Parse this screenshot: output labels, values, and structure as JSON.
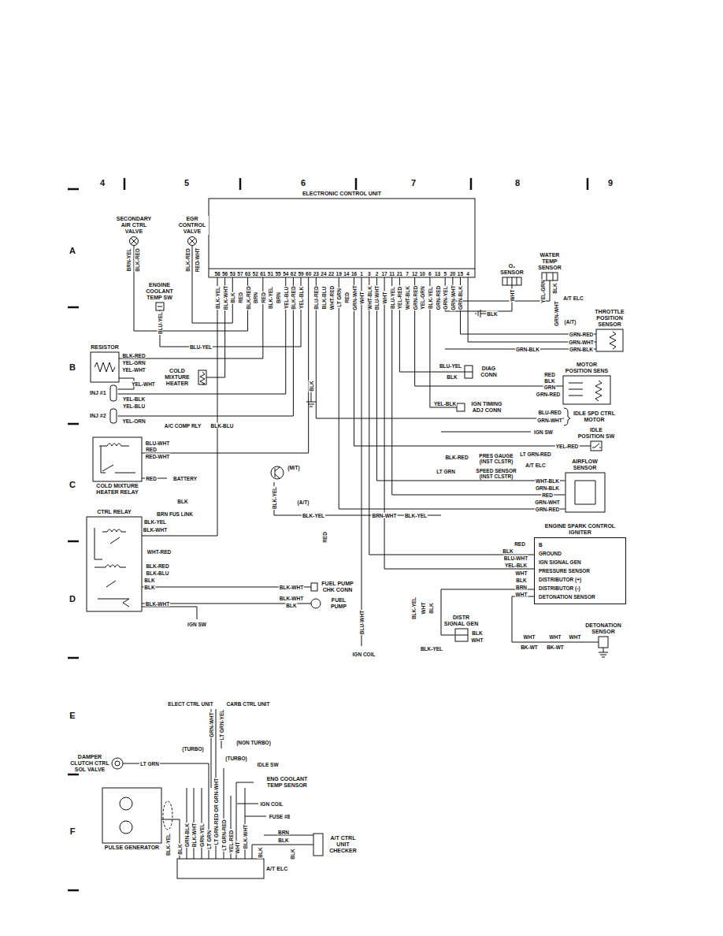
{
  "diagram": {
    "nodes": [
      {
        "text": [
          "ELECTRONIC CONTROL UNIT"
        ]
      },
      {
        "text": [
          "SECONDARY AIR CTRL VALVE"
        ]
      },
      {
        "text": [
          "EGR CONTROL VALVE"
        ]
      },
      {
        "text": [
          "ENGINE COOLANT TEMP SW"
        ]
      },
      {
        "text": [
          "O₂ SENSOR"
        ]
      },
      {
        "text": [
          "WATER TEMP SENSOR"
        ]
      },
      {
        "text": [
          "THROTTLE POSITION SENSOR"
        ]
      },
      {
        "text": [
          "RESISTOR"
        ]
      },
      {
        "text": [
          "COLD MIXTURE HEATER"
        ]
      },
      {
        "text": [
          "INJ #1"
        ]
      },
      {
        "text": [
          "INJ #2"
        ]
      },
      {
        "text": [
          "DIAG CONN"
        ]
      },
      {
        "text": [
          "MOTOR POSITION SENS"
        ]
      },
      {
        "text": [
          "IGN TIMING ADJ CONN"
        ]
      },
      {
        "text": [
          "IDLE SPD CTRL MOTOR"
        ]
      },
      {
        "text": [
          "IDLE POSITION SW"
        ]
      },
      {
        "text": [
          "COLD MIXTURE HEATER RELAY"
        ]
      },
      {
        "text": [
          "AIRFLOW SENSOR"
        ]
      },
      {
        "text": [
          "CTRL RELAY"
        ]
      },
      {
        "text": [
          "ENGINE SPARK CONTROL IGNITER",
          "B",
          "GROUND",
          "IGN SIGNAL GEN",
          "PRESSURE SENSOR",
          "DISTRIBUTOR (+)",
          "DISTRIBUTOR (-)",
          "DETONATION SENSOR"
        ]
      },
      {
        "text": [
          "FUEL PUMP CHK CONN"
        ]
      },
      {
        "text": [
          "FUEL PUMP"
        ]
      },
      {
        "text": [
          "DISTR SIGNAL GEN"
        ]
      },
      {
        "text": [
          "DETONATION SENSOR"
        ]
      },
      {
        "text": [
          "DAMPER CLUTCH CTRL SOL VALVE"
        ]
      },
      {
        "text": [
          "PULSE GENERATOR"
        ]
      },
      {
        "text": [
          "ENG COOLANT TEMP SENSOR"
        ]
      },
      {
        "text": [
          "A/T ELC"
        ]
      },
      {
        "text": [
          "A/T CTRL UNIT CHECKER"
        ]
      }
    ],
    "edges": [
      {
        "from": 0,
        "to": 1,
        "arrow": "none"
      },
      {
        "from": 0,
        "to": 2,
        "arrow": "none"
      },
      {
        "from": 0,
        "to": 3,
        "arrow": "none"
      },
      {
        "from": 0,
        "to": 4,
        "arrow": "none"
      },
      {
        "from": 0,
        "to": 5,
        "arrow": "none"
      },
      {
        "from": 0,
        "to": 6,
        "arrow": "none"
      },
      {
        "from": 0,
        "to": 6,
        "arrow": "none"
      },
      {
        "from": 0,
        "to": 7,
        "arrow": "none"
      },
      {
        "from": 0,
        "to": 9,
        "arrow": "none"
      },
      {
        "from": 0,
        "to": 10,
        "arrow": "none"
      },
      {
        "from": 0,
        "to": 8,
        "arrow": "none"
      },
      {
        "from": 0,
        "to": 11,
        "arrow": "none"
      },
      {
        "from": 0,
        "to": 12,
        "arrow": "none"
      },
      {
        "from": 0,
        "to": 13,
        "arrow": "none"
      },
      {
        "from": 0,
        "to": 14,
        "arrow": "none"
      },
      {
        "from": 0,
        "to": 15,
        "arrow": "none"
      },
      {
        "from": 0,
        "to": 17,
        "arrow": "none"
      },
      {
        "from": 0,
        "to": 17,
        "arrow": "none"
      },
      {
        "from": 0,
        "to": 17,
        "arrow": "none"
      },
      {
        "from": 0,
        "to": 19,
        "arrow": "none"
      },
      {
        "from": 0,
        "to": 19,
        "arrow": "none"
      },
      {
        "from": 16,
        "to": 0,
        "arrow": "none"
      },
      {
        "from": 18,
        "to": 0,
        "arrow": "none"
      },
      {
        "from": 18,
        "to": 20,
        "arrow": "none"
      },
      {
        "from": 18,
        "to": 21,
        "arrow": "none"
      },
      {
        "from": 19,
        "to": 22,
        "arrow": "none"
      },
      {
        "from": 19,
        "to": 23,
        "arrow": "none"
      },
      {
        "from": 25,
        "to": 27,
        "arrow": "none"
      },
      {
        "from": 24,
        "to": 27,
        "arrow": "none"
      },
      {
        "from": 26,
        "to": 27,
        "arrow": "none"
      },
      {
        "from": 28,
        "to": 27,
        "arrow": "none"
      },
      {
        "from": 7,
        "to": 9,
        "arrow": "none"
      }
    ],
    "labels": [
      "4",
      "5",
      "6",
      "7",
      "8",
      "9",
      "A",
      "B",
      "C",
      "D",
      "E",
      "F",
      "58",
      "56",
      "53",
      "57",
      "63",
      "52",
      "61",
      "51",
      "55",
      "54",
      "62",
      "59",
      "60",
      "23",
      "24",
      "22",
      "19",
      "14",
      "16",
      "1",
      "3",
      "2",
      "17",
      "11",
      "21",
      "7",
      "12",
      "10",
      "6",
      "13",
      "5",
      "20",
      "15",
      "4",
      "BLK-YEL",
      "BLK-WHT",
      "BLK",
      "RED",
      "BLK-RED",
      "BRN",
      "RED",
      "BLK-YEL",
      "BRN",
      "YEL-BLU",
      "BLK-RED",
      "YEL-BLK",
      "BLU-RED",
      "BLK-BLU",
      "WHT-RED",
      "LT GRN",
      "RED",
      "GRN-WHT",
      "WHT",
      "WHT-BLK",
      "BLU-WHT",
      "WHT",
      "BLU-YEL",
      "YEL-RED",
      "WHT-BLK",
      "GRN-RED",
      "YEL-GRN",
      "BLK-YEL",
      "GRN-RED",
      "GRN-YEL",
      "GRN-WHT",
      "GRN-BLK",
      "BRN-YEL",
      "BLK-RED",
      "BLK-RED",
      "RED-WHT",
      "BLU-YEL",
      "BLU-YEL",
      "WHT",
      "BLK",
      "YEL-GRN",
      "BLK",
      "A/T ELC",
      "GRN-WHT",
      "(A/T)",
      "GRN-RED",
      "GRN-WHT",
      "GRN-BLK",
      "GRN-BLK",
      "BLK-RED",
      "YEL-GRN",
      "YEL-WHT",
      "YEL-WHT",
      "YEL-BLK",
      "YEL-BLU",
      "YEL-ORN",
      "BLK",
      "BLU-YEL",
      "BLK",
      "RED",
      "BLK",
      "GRN",
      "GRN-RED",
      "YEL-BLK",
      "BLU-RED",
      "GRN-WHT",
      "A/C COMP RLY",
      "BLK-BLU",
      "IGN SW",
      "YEL-RED",
      "LT GRN-RED",
      "A/T ELC",
      "BLK-RED",
      "PRES GAUGE (INST CLSTR)",
      "LT GRN",
      "SPEED SENSOR (INST CLSTR)",
      "(M/T)",
      "(A/T)",
      "BLU-WHT",
      "RED",
      "RED-WHT",
      "RED",
      "BATTERY",
      "BLK",
      "BRN FUS LINK",
      "WHT-BLK",
      "GRN-BLK",
      "RED",
      "GRN-WHT",
      "GRN-RED",
      "BLK-YEL",
      "BLK-YEL",
      "BRN-WHT",
      "BLK-YEL",
      "RED",
      "BLK-YEL",
      "BLK-WHT",
      "WHT-RED",
      "BLK-RED",
      "BLK-BLU",
      "BLK",
      "BLK",
      "BLK-WHT",
      "BLK-WHT",
      "BLK-WHT",
      "BLK",
      "IGN SW",
      "BLU-WHT",
      "IGN COIL",
      "RED",
      "BLK",
      "BLU-WHT",
      "YEL-BLK",
      "WHT",
      "BLK",
      "BRN",
      "WHT",
      "BLK-YEL",
      "WHT",
      "BLK",
      "BLK",
      "WHT",
      "BLK-YEL",
      "WHT",
      "WHT",
      "WHT",
      "BK-WT",
      "BK-WT",
      "ELECT CTRL UNIT",
      "CARB CTRL UNIT",
      "GRN-WHT",
      "LT GRN-YEL",
      "(TURBO)",
      "(NON TURBO)",
      "(TURBO)",
      "IDLE SW",
      "LT GRN",
      "IGN COIL",
      "FUSE #8",
      "BLK-YEL",
      "BLK",
      "GRN-BLK",
      "BLK-WHT",
      "GRN-YEL",
      "LT GRN",
      "LT GRN-RED OR GRN-WHT",
      "LT GRN-RED",
      "YEL-RED",
      "WHT",
      "BLK-WHT",
      "BRN",
      "BLK",
      "BLK",
      "BLK"
    ]
  }
}
